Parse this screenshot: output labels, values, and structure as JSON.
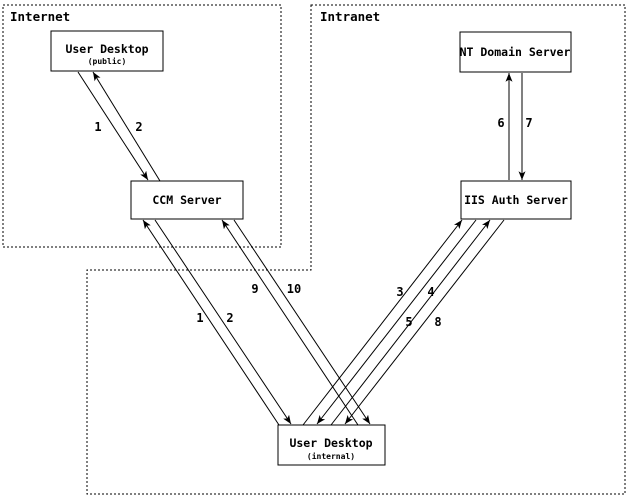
{
  "colors": {
    "line": "#000000",
    "background": "#ffffff"
  },
  "diagram": {
    "zones": [
      {
        "id": "internet",
        "label": "Internet"
      },
      {
        "id": "intranet",
        "label": "Intranet"
      }
    ],
    "nodes": [
      {
        "id": "user-desktop-public",
        "title": "User Desktop",
        "subtitle": "(public)",
        "zone": "Internet"
      },
      {
        "id": "ccm-server",
        "title": "CCM Server",
        "zone": "Internet"
      },
      {
        "id": "nt-domain-server",
        "title": "NT Domain Server",
        "zone": "Intranet"
      },
      {
        "id": "iis-auth-server",
        "title": "IIS Auth Server",
        "zone": "Intranet"
      },
      {
        "id": "user-desktop-internal",
        "title": "User Desktop",
        "subtitle": "(internal)",
        "zone": "Intranet"
      }
    ],
    "edges": [
      {
        "label": "1",
        "from": "User Desktop (public)",
        "to": "CCM Server"
      },
      {
        "label": "2",
        "from": "CCM Server",
        "to": "User Desktop (public)"
      },
      {
        "label": "1",
        "from": "User Desktop (internal)",
        "to": "CCM Server"
      },
      {
        "label": "2",
        "from": "CCM Server",
        "to": "User Desktop (internal)"
      },
      {
        "label": "9",
        "from": "User Desktop (internal)",
        "to": "CCM Server"
      },
      {
        "label": "10",
        "from": "CCM Server",
        "to": "User Desktop (internal)"
      },
      {
        "label": "3",
        "from": "User Desktop (internal)",
        "to": "IIS Auth Server"
      },
      {
        "label": "4",
        "from": "IIS Auth Server",
        "to": "User Desktop (internal)"
      },
      {
        "label": "5",
        "from": "User Desktop (internal)",
        "to": "IIS Auth Server"
      },
      {
        "label": "8",
        "from": "IIS Auth Server",
        "to": "User Desktop (internal)"
      },
      {
        "label": "6",
        "from": "IIS Auth Server",
        "to": "NT Domain Server"
      },
      {
        "label": "7",
        "from": "NT Domain Server",
        "to": "IIS Auth Server"
      }
    ]
  }
}
